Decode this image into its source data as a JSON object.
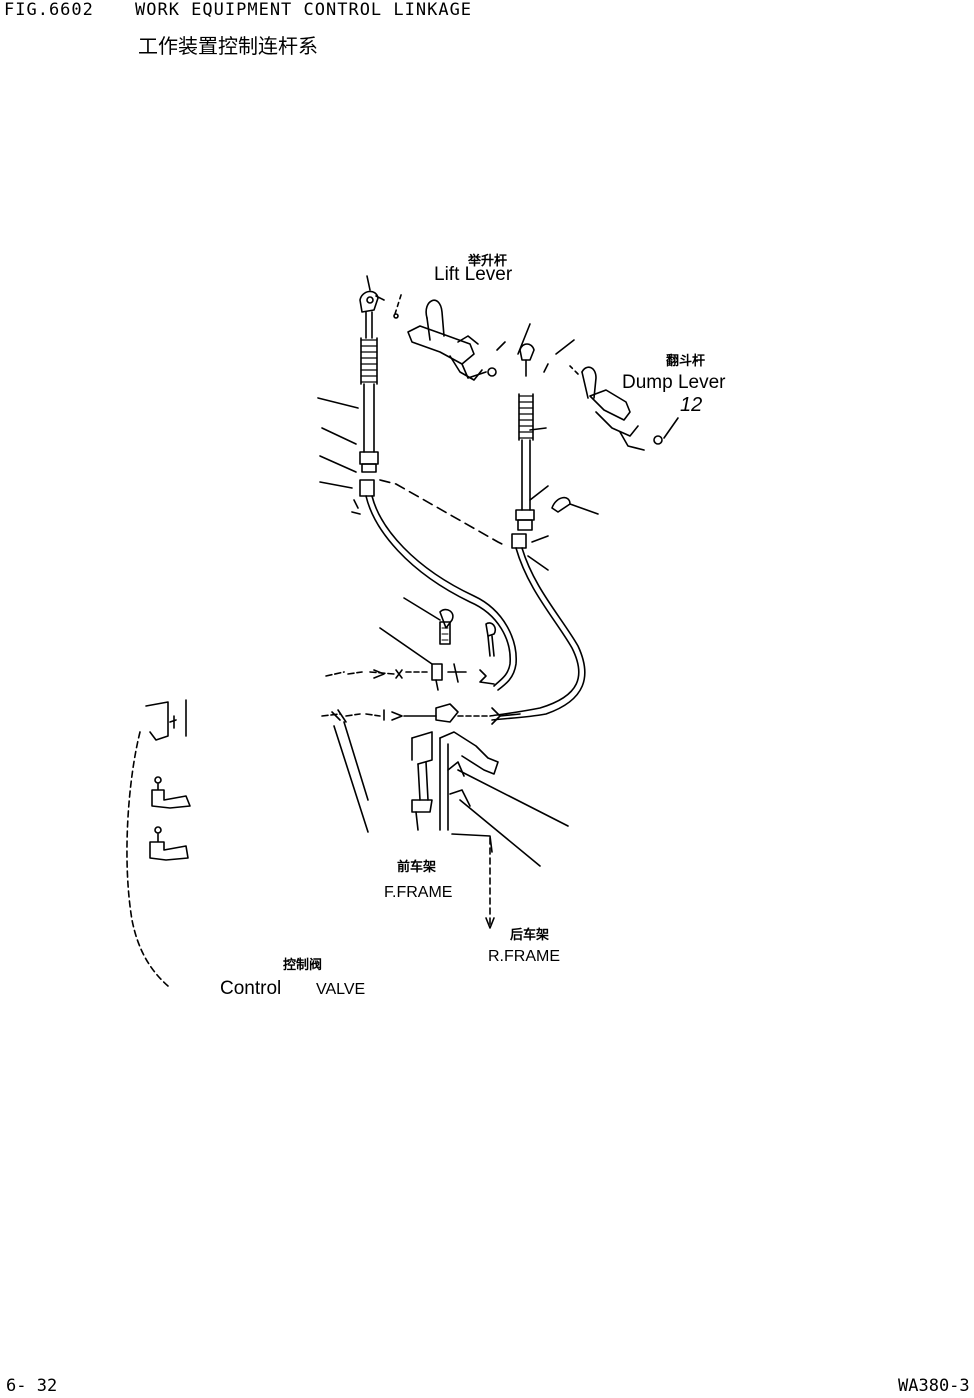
{
  "header": {
    "fig_number": "FIG.6602",
    "title_en": "WORK EQUIPMENT CONTROL LINKAGE",
    "title_cn": "工作装置控制连杆系"
  },
  "labels": {
    "lift_lever_cn": "举升杆",
    "lift_lever_en": "Lift Lever",
    "dump_lever_cn": "翻斗杆",
    "dump_lever_en": "Dump Lever",
    "dump_callout": "12",
    "front_frame_cn": "前车架",
    "front_frame_en": "F.FRAME",
    "rear_frame_cn": "后车架",
    "rear_frame_en": "R.FRAME",
    "control_valve_cn": "控制阀",
    "control_valve_en_1": "Control",
    "control_valve_en_2": "VALVE"
  },
  "footer": {
    "page_number": "6- 32",
    "model": "WA380-3"
  }
}
